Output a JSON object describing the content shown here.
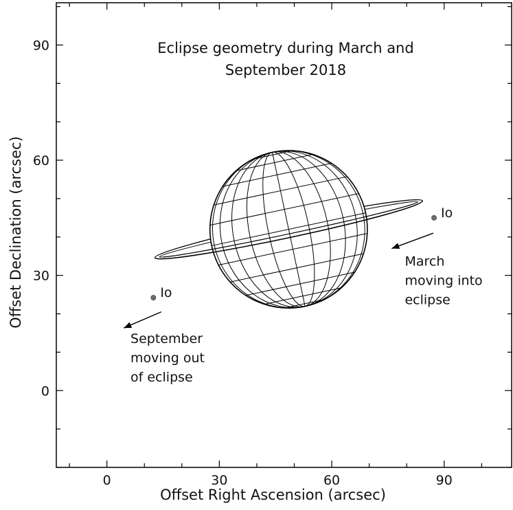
{
  "chart_data": {
    "type": "scatter",
    "title_lines": [
      "Eclipse geometry during March and",
      "September 2018"
    ],
    "xlabel": "Offset Right Ascension (arcsec)",
    "ylabel": "Offset Declination (arcsec)",
    "xlim": [
      -13.5,
      108
    ],
    "ylim": [
      -20,
      101
    ],
    "x_ticks": [
      0,
      30,
      60,
      90
    ],
    "y_ticks": [
      0,
      30,
      60,
      90
    ],
    "x_minor_step": 10,
    "y_minor_step": 10,
    "grid": false,
    "planet": {
      "center": [
        48.5,
        42
      ],
      "radius": 21,
      "tilt_deg": 12,
      "ring_semi_major": 36.5,
      "ring_semi_minor": 2.2
    },
    "points": [
      {
        "label": "Io",
        "x": 87.3,
        "y": 45
      },
      {
        "label": "Io",
        "x": 12.4,
        "y": 24.2
      }
    ],
    "arrows": [
      {
        "from": [
          87.1,
          41
        ],
        "to": [
          76,
          37
        ]
      },
      {
        "from": [
          14.5,
          20.5
        ],
        "to": [
          4.5,
          16.3
        ]
      }
    ],
    "annotations": [
      {
        "lines": [
          "March",
          "moving into",
          "eclipse"
        ],
        "x": 79.5,
        "y": 32.5
      },
      {
        "lines": [
          "September",
          "moving out",
          "of eclipse"
        ],
        "x": 6.3,
        "y": 12.4
      }
    ]
  }
}
